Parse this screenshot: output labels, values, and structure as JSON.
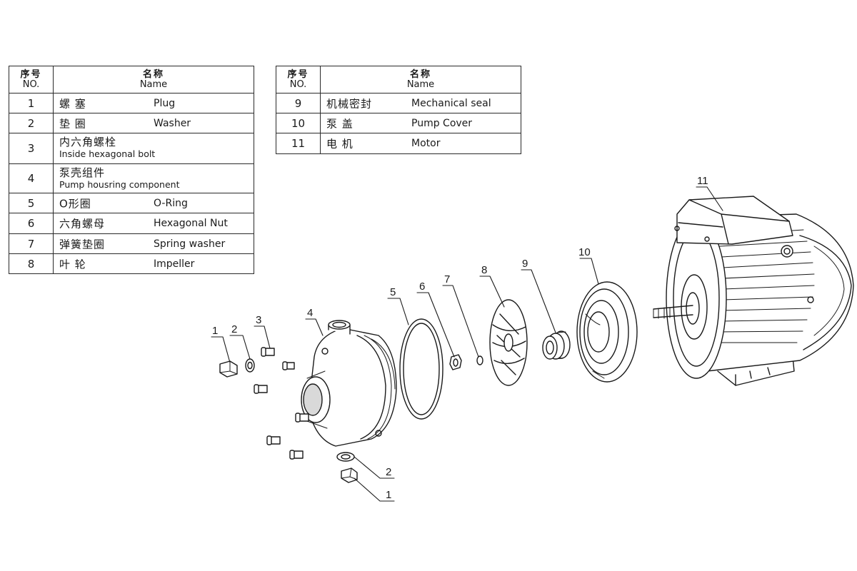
{
  "tables": {
    "header_no_cn": "序号",
    "header_no_en": "NO.",
    "header_name_cn": "名称",
    "header_name_en": "Name",
    "left_rows": [
      {
        "no": "1",
        "cn": "螺 塞",
        "en": "Plug"
      },
      {
        "no": "2",
        "cn": "垫 圈",
        "en": "Washer"
      },
      {
        "no": "3",
        "cn": "内六角螺栓",
        "en": "Inside hexagonal bolt"
      },
      {
        "no": "4",
        "cn": "泵壳组件",
        "en": "Pump housring component"
      },
      {
        "no": "5",
        "cn": "O形圈",
        "en": "O-Ring"
      },
      {
        "no": "6",
        "cn": "六角螺母",
        "en": "Hexagonal Nut"
      },
      {
        "no": "7",
        "cn": "弹簧垫圈",
        "en": "Spring washer"
      },
      {
        "no": "8",
        "cn": "叶 轮",
        "en": "Impeller"
      }
    ],
    "right_rows": [
      {
        "no": "9",
        "cn": "机械密封",
        "en": "Mechanical seal"
      },
      {
        "no": "10",
        "cn": "泵 盖",
        "en": "Pump Cover"
      },
      {
        "no": "11",
        "cn": "电 机",
        "en": "Motor"
      }
    ]
  },
  "callouts": {
    "c1_top": "1",
    "c2_top": "2",
    "c3": "3",
    "c4": "4",
    "c5": "5",
    "c6": "6",
    "c7": "7",
    "c8": "8",
    "c9": "9",
    "c10": "10",
    "c11": "11",
    "c2_bottom": "2",
    "c1_bottom": "1"
  },
  "colors": {
    "line": "#1a1a1a",
    "fill": "#ffffff",
    "shade": "#d9d9d9"
  }
}
